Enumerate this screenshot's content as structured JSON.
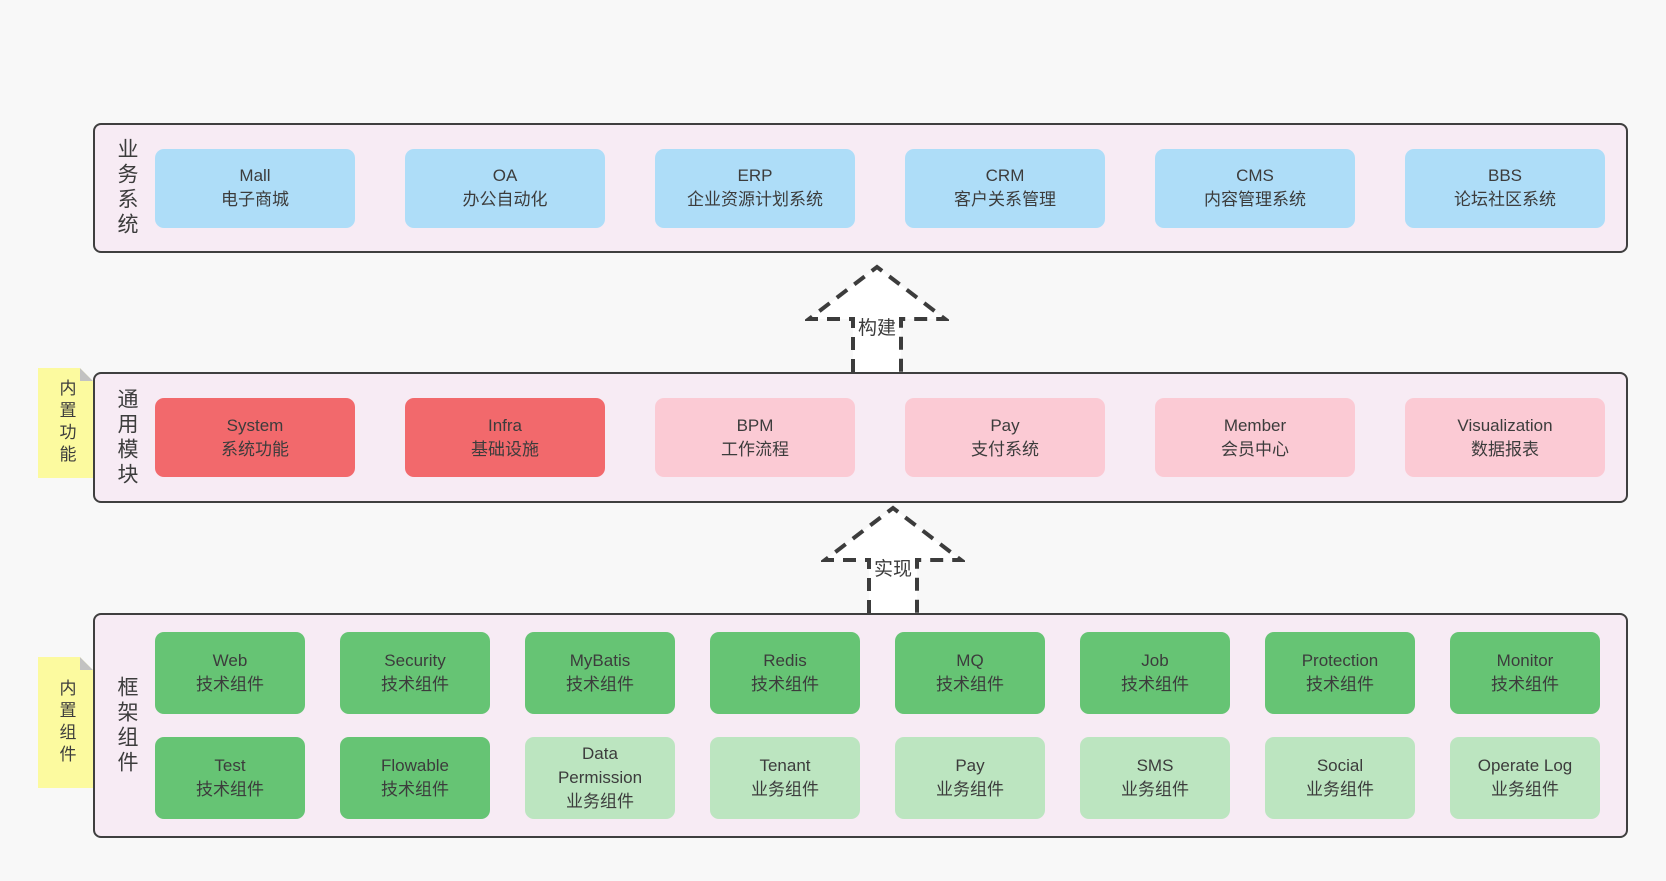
{
  "colors": {
    "page_background": "#f8f8f8",
    "panel_fill": "#f7ebf4",
    "panel_border": "#3f3f3f",
    "blue_box": "#aeddf8",
    "red_box": "#f2696c",
    "pink_box": "#fbcad4",
    "green_box": "#66c474",
    "light_green_box": "#bce5c0",
    "note_yellow": "#fcfa9f",
    "text": "#3c3c3c"
  },
  "sections": {
    "business": {
      "label": "业务系统",
      "boxes": [
        {
          "name": "Mall",
          "desc": "电子商城",
          "variant": "blue"
        },
        {
          "name": "OA",
          "desc": "办公自动化",
          "variant": "blue"
        },
        {
          "name": "ERP",
          "desc": "企业资源计划系统",
          "variant": "blue"
        },
        {
          "name": "CRM",
          "desc": "客户关系管理",
          "variant": "blue"
        },
        {
          "name": "CMS",
          "desc": "内容管理系统",
          "variant": "blue"
        },
        {
          "name": "BBS",
          "desc": "论坛社区系统",
          "variant": "blue"
        }
      ]
    },
    "modules": {
      "label": "通用模块",
      "boxes": [
        {
          "name": "System",
          "desc": "系统功能",
          "variant": "red"
        },
        {
          "name": "Infra",
          "desc": "基础设施",
          "variant": "red"
        },
        {
          "name": "BPM",
          "desc": "工作流程",
          "variant": "pink"
        },
        {
          "name": "Pay",
          "desc": "支付系统",
          "variant": "pink"
        },
        {
          "name": "Member",
          "desc": "会员中心",
          "variant": "pink"
        },
        {
          "name": "Visualization",
          "desc": "数据报表",
          "variant": "pink"
        }
      ]
    },
    "components": {
      "label": "框架组件",
      "rows": {
        "top": [
          {
            "name": "Web",
            "desc": "技术组件",
            "variant": "green"
          },
          {
            "name": "Security",
            "desc": "技术组件",
            "variant": "green"
          },
          {
            "name": "MyBatis",
            "desc": "技术组件",
            "variant": "green"
          },
          {
            "name": "Redis",
            "desc": "技术组件",
            "variant": "green"
          },
          {
            "name": "MQ",
            "desc": "技术组件",
            "variant": "green"
          },
          {
            "name": "Job",
            "desc": "技术组件",
            "variant": "green"
          },
          {
            "name": "Protection",
            "desc": "技术组件",
            "variant": "green"
          },
          {
            "name": "Monitor",
            "desc": "技术组件",
            "variant": "green"
          }
        ],
        "bottom": [
          {
            "name": "Test",
            "desc": "技术组件",
            "variant": "green"
          },
          {
            "name": "Flowable",
            "desc": "技术组件",
            "variant": "green"
          },
          {
            "name": "Data Permission",
            "desc": "业务组件",
            "variant": "light_green"
          },
          {
            "name": "Tenant",
            "desc": "业务组件",
            "variant": "light_green"
          },
          {
            "name": "Pay",
            "desc": "业务组件",
            "variant": "light_green"
          },
          {
            "name": "SMS",
            "desc": "业务组件",
            "variant": "light_green"
          },
          {
            "name": "Social",
            "desc": "业务组件",
            "variant": "light_green"
          },
          {
            "name": "Operate Log",
            "desc": "业务组件",
            "variant": "light_green"
          }
        ]
      }
    }
  },
  "arrows": {
    "build": {
      "label": "构建"
    },
    "implement": {
      "label": "实现"
    }
  },
  "notes": {
    "features": {
      "label": "内置功能"
    },
    "components": {
      "label": "内置组件"
    }
  }
}
